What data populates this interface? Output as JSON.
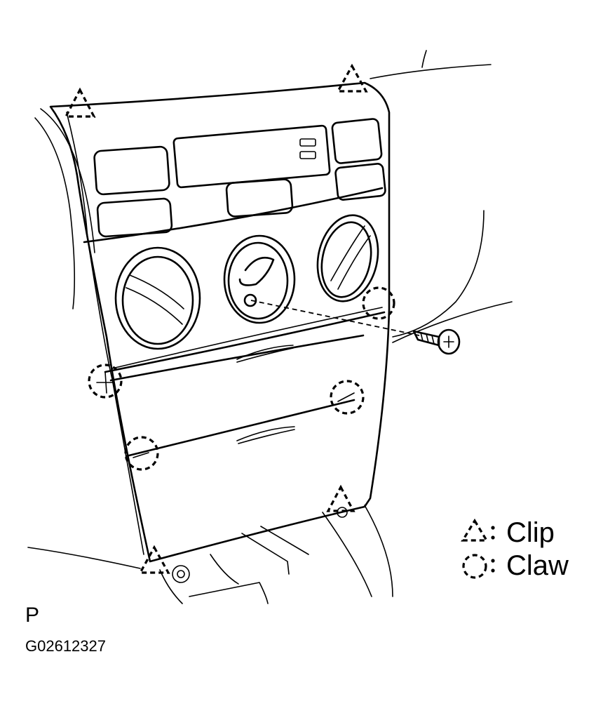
{
  "legend": {
    "clip_label": "Clip",
    "claw_label": "Claw"
  },
  "view_marker": "P",
  "figure_code": "G02612327"
}
